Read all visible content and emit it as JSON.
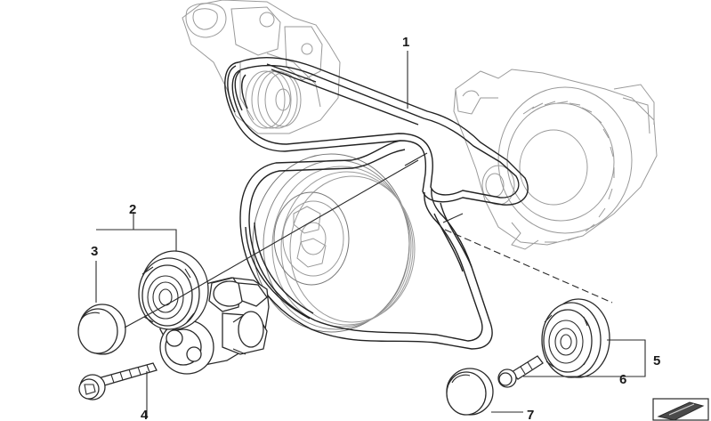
{
  "diagram": {
    "callouts": [
      "1",
      "2",
      "3",
      "4",
      "5",
      "6",
      "7"
    ]
  },
  "colors": {
    "line": "#2a2a2a",
    "ghost_line": "#9a9a9a",
    "background": "#ffffff"
  }
}
